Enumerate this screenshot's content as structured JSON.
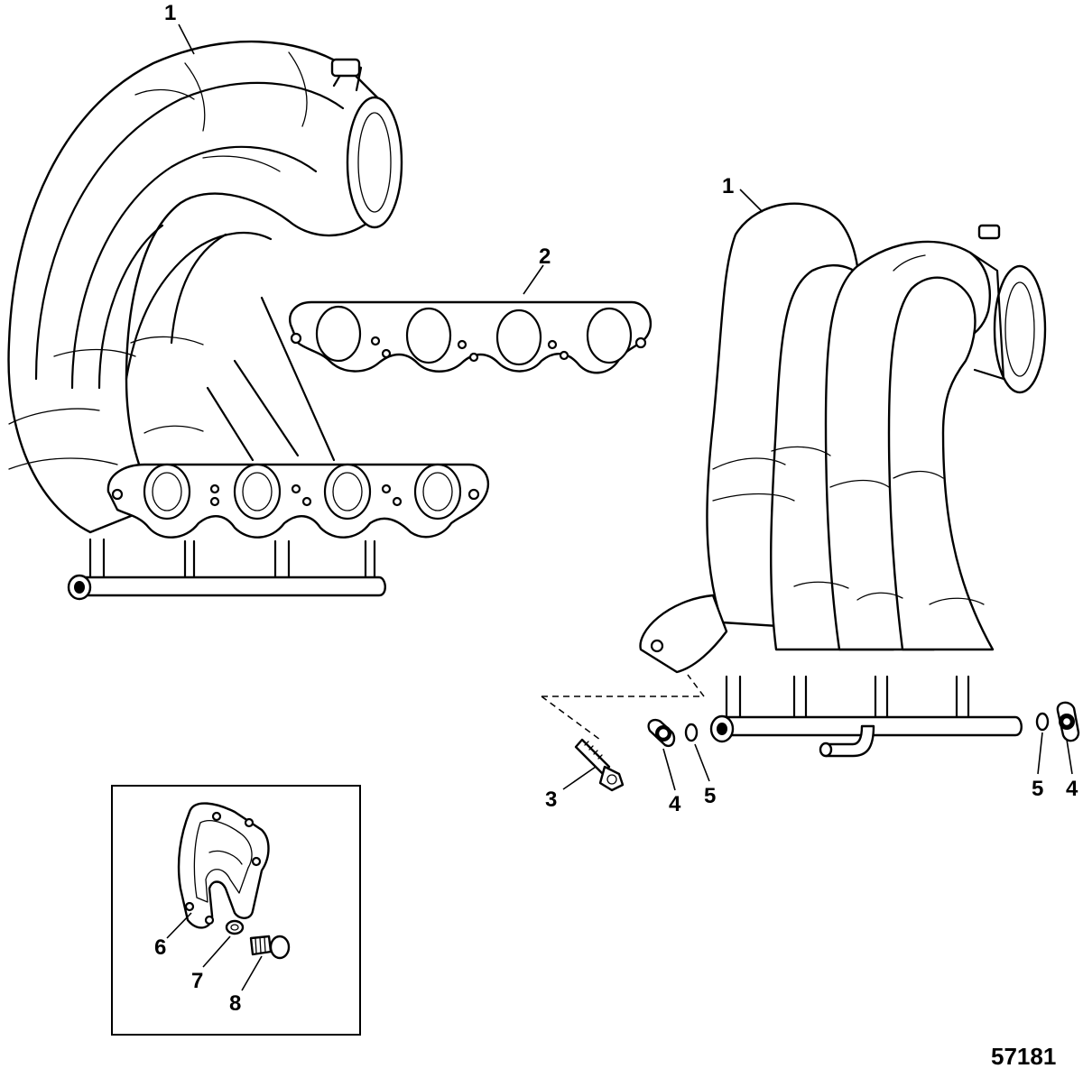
{
  "figure_number": "57181",
  "callouts": {
    "c1_left": "1",
    "c1_right": "1",
    "c2": "2",
    "c3": "3",
    "c4_left": "4",
    "c5_left": "5",
    "c5_right": "5",
    "c4_right": "4",
    "c6": "6",
    "c7": "7",
    "c8": "8"
  }
}
